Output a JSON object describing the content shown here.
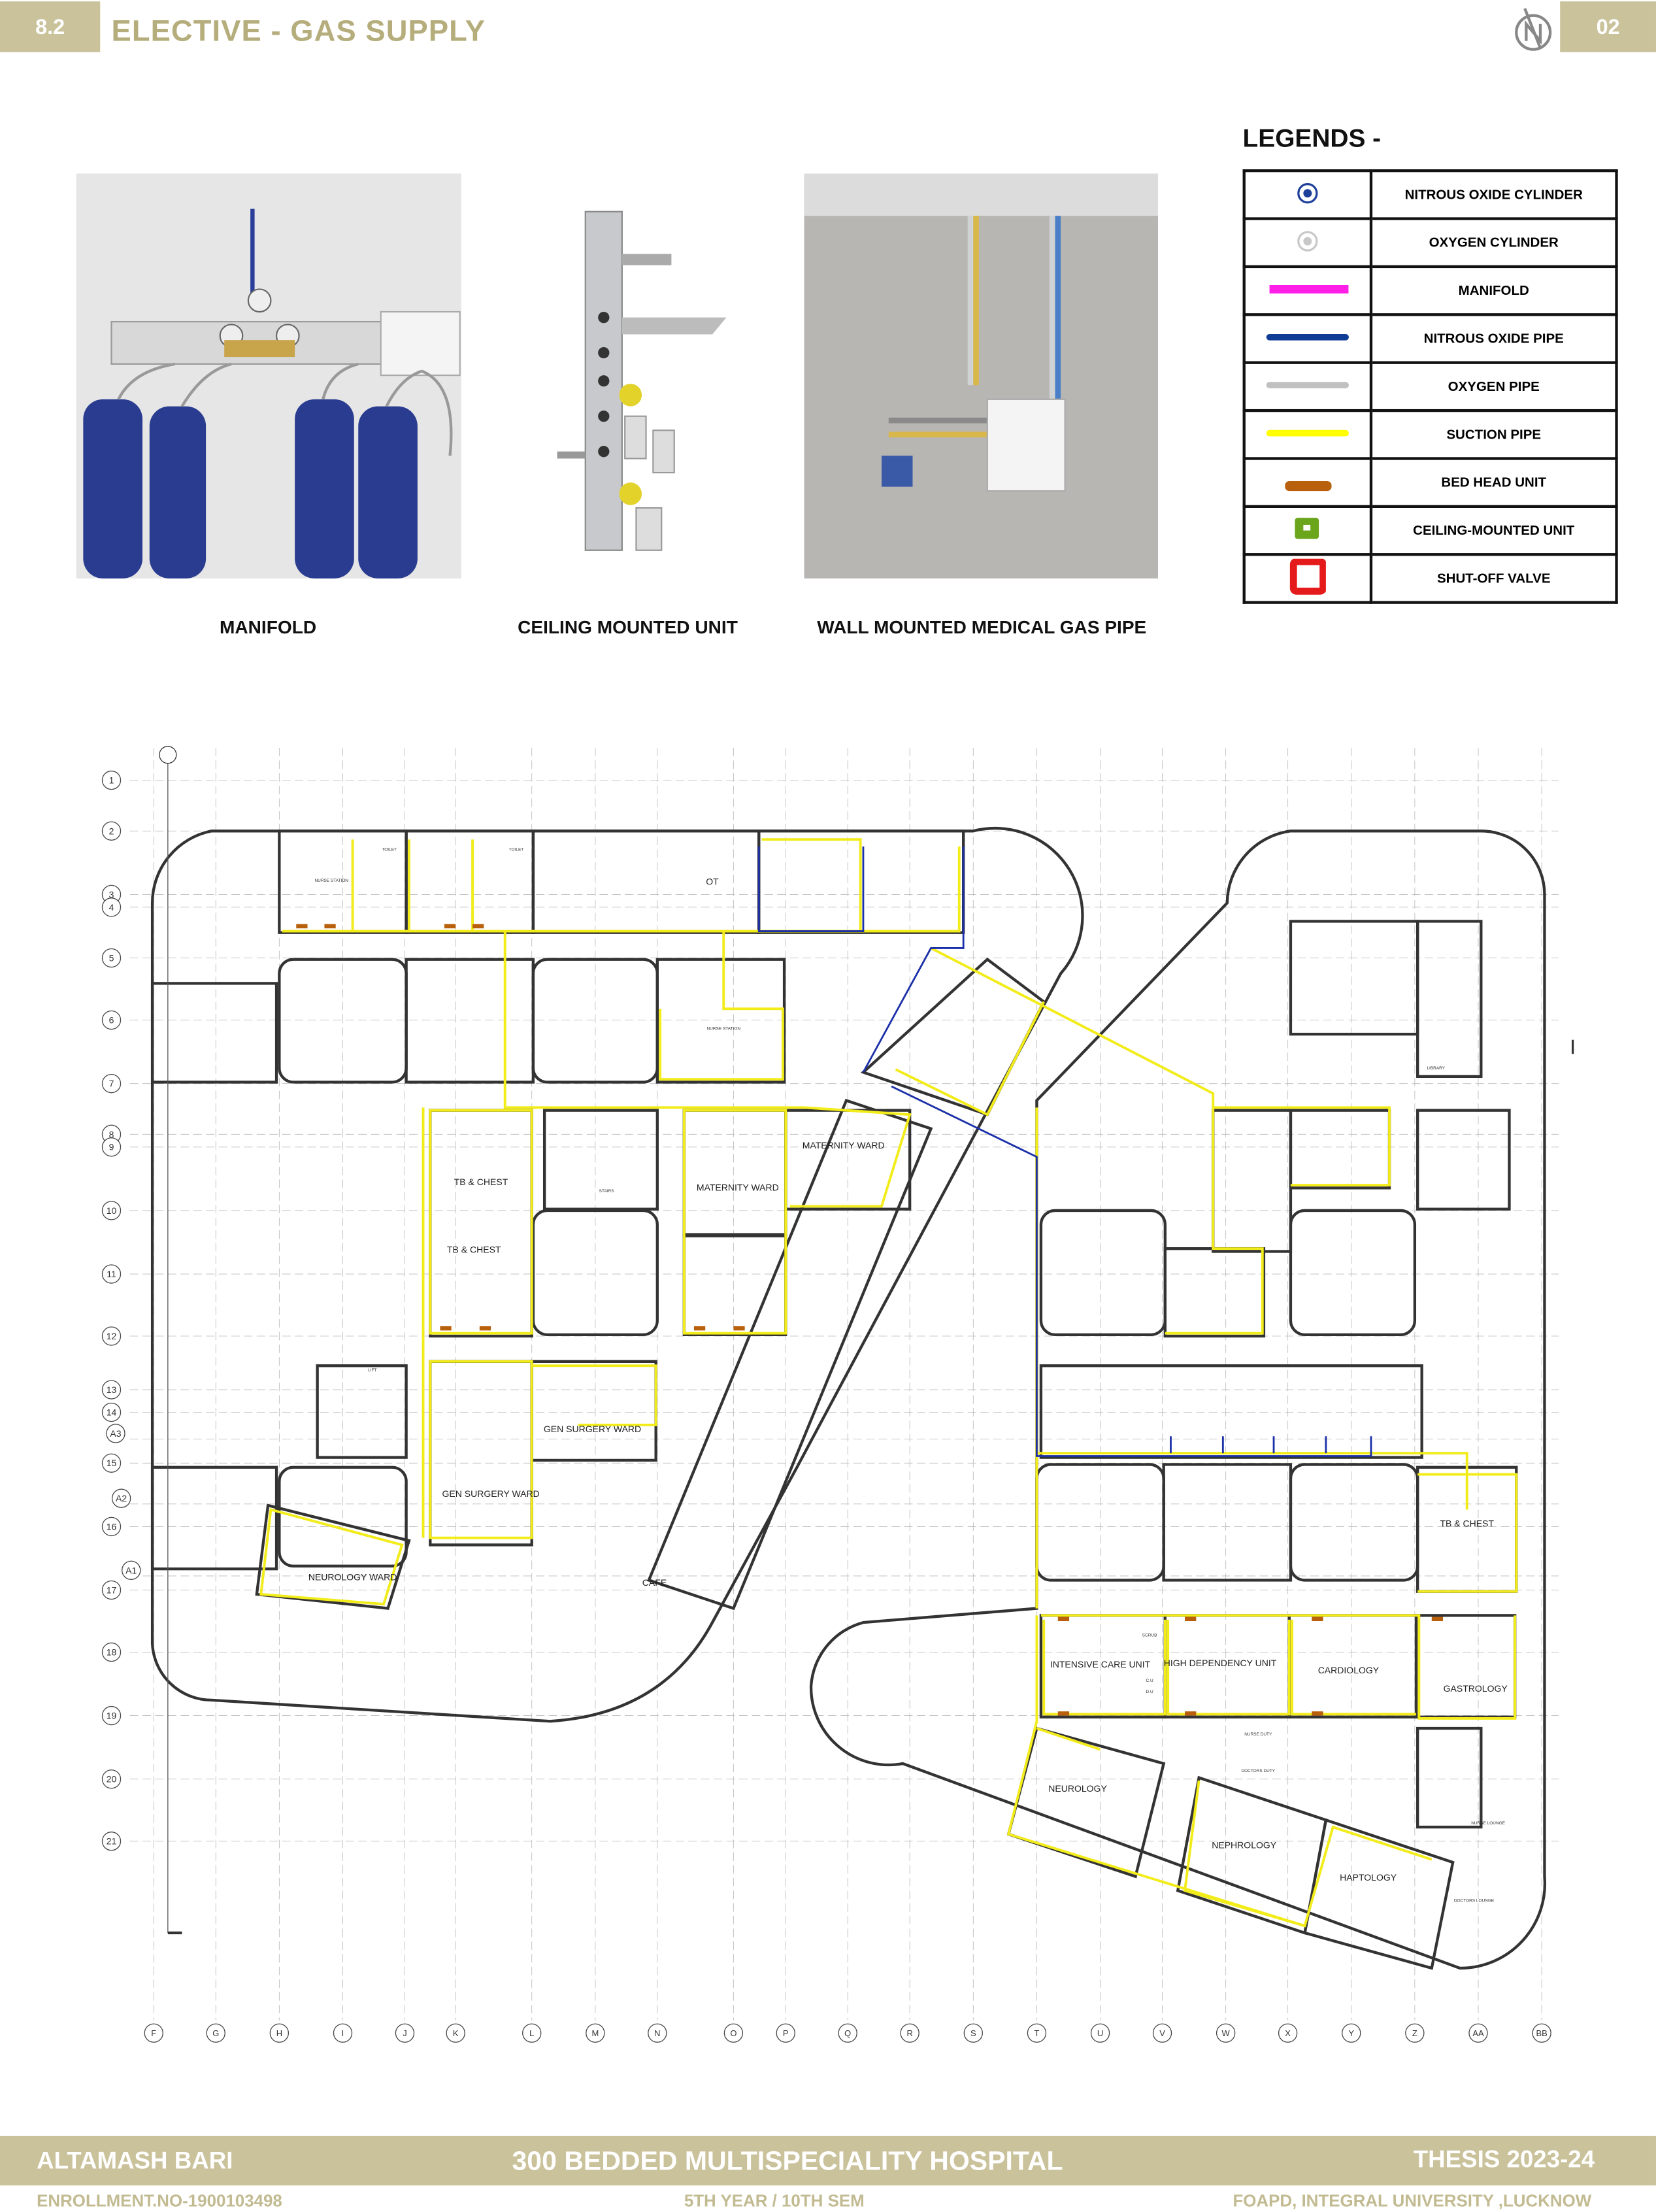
{
  "header": {
    "section_number": "8.2",
    "title": "ELECTIVE - GAS SUPPLY",
    "page_number": "02",
    "north_icon": "north-arrow-icon"
  },
  "images": [
    {
      "caption": "MANIFOLD"
    },
    {
      "caption": "CEILING MOUNTED UNIT"
    },
    {
      "caption": "WALL MOUNTED MEDICAL GAS PIPE"
    }
  ],
  "legend": {
    "title": "LEGENDS -",
    "items": [
      {
        "label": "NITROUS OXIDE CYLINDER",
        "symbol": "concentric-circle",
        "color": "#1e3f9a"
      },
      {
        "label": "OXYGEN CYLINDER",
        "symbol": "concentric-circle",
        "color": "#c8c8c8"
      },
      {
        "label": "MANIFOLD",
        "symbol": "line",
        "color": "#ff1fe6"
      },
      {
        "label": "NITROUS OXIDE PIPE",
        "symbol": "line",
        "color": "#0f3d96"
      },
      {
        "label": "OXYGEN PIPE",
        "symbol": "line",
        "color": "#c0c0c0"
      },
      {
        "label": "SUCTION PIPE",
        "symbol": "line",
        "color": "#ffff00"
      },
      {
        "label": "BED HEAD UNIT",
        "symbol": "short-bar",
        "color": "#b8600c"
      },
      {
        "label": "CEILING-MOUNTED UNIT",
        "symbol": "square",
        "color": "#6aa51c"
      },
      {
        "label": "SHUT-OFF VALVE",
        "symbol": "hollow-square",
        "color": "#e51b1b"
      }
    ]
  },
  "floor_plan": {
    "row_grid": [
      "1",
      "2",
      "3",
      "4",
      "5",
      "6",
      "7",
      "8",
      "9",
      "10",
      "11",
      "12",
      "13",
      "14",
      "A3",
      "15",
      "A2",
      "16",
      "A1",
      "17",
      "18",
      "19",
      "20",
      "21"
    ],
    "column_grid": [
      "F",
      "G",
      "H",
      "I",
      "J",
      "K",
      "L",
      "M",
      "N",
      "O",
      "P",
      "Q",
      "R",
      "S",
      "T",
      "U",
      "V",
      "W",
      "X",
      "Y",
      "Z",
      "AA",
      "BB"
    ],
    "rooms": [
      "OT",
      "TB & CHEST",
      "TB & CHEST",
      "MATERNITY WARD",
      "MATERNITY WARD",
      "GEN SURGERY WARD",
      "GEN SURGERY WARD",
      "NEUROLOGY WARD",
      "CAFE",
      "INTENSIVE CARE UNIT",
      "HIGH DEPENDENCY UNIT",
      "CARDIOLOGY",
      "GASTROLOGY",
      "TB & CHEST",
      "NEUROLOGY",
      "NEPHROLOGY",
      "HAPTOLOGY"
    ],
    "small_labels": [
      "TOILET",
      "TOILET",
      "NURSE STATION",
      "NURSE STATION",
      "SCRUB",
      "C.U",
      "D.U",
      "NURSE DUTY",
      "DOCTORS DUTY",
      "DOCTORS LOUNGE",
      "NURSE LOUNGE",
      "LIBRARY",
      "STAIRS",
      "LIFT"
    ]
  },
  "footer": {
    "author": "ALTAMASH BARI",
    "project": "300 BEDDED MULTISPECIALITY HOSPITAL",
    "thesis": "THESIS 2023-24",
    "enrollment": "ENROLLMENT.NO-1900103498",
    "semester": "5TH YEAR / 10TH SEM",
    "institution": "FOAPD, INTEGRAL UNIVERSITY ,LUCKNOW"
  }
}
